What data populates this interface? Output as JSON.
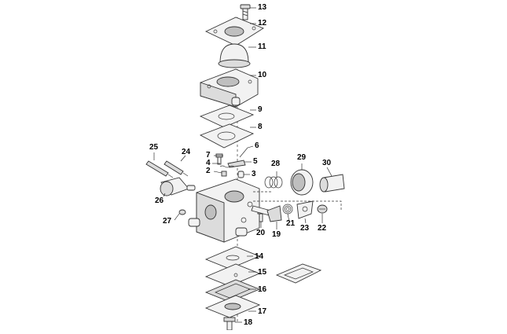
{
  "callouts": {
    "c13": "13",
    "c12": "12",
    "c11": "11",
    "c10": "10",
    "c9": "9",
    "c8": "8",
    "c6": "6",
    "c7": "7",
    "c5": "5",
    "c4": "4",
    "c3": "3",
    "c2": "2",
    "c25": "25",
    "c24": "24",
    "c28": "28",
    "c29": "29",
    "c30": "30",
    "c26": "26",
    "c27": "27",
    "c20": "20",
    "c19": "19",
    "c21": "21",
    "c23": "23",
    "c22": "22",
    "c14": "14",
    "c15": "15",
    "c16": "16",
    "c17": "17",
    "c18": "18"
  }
}
